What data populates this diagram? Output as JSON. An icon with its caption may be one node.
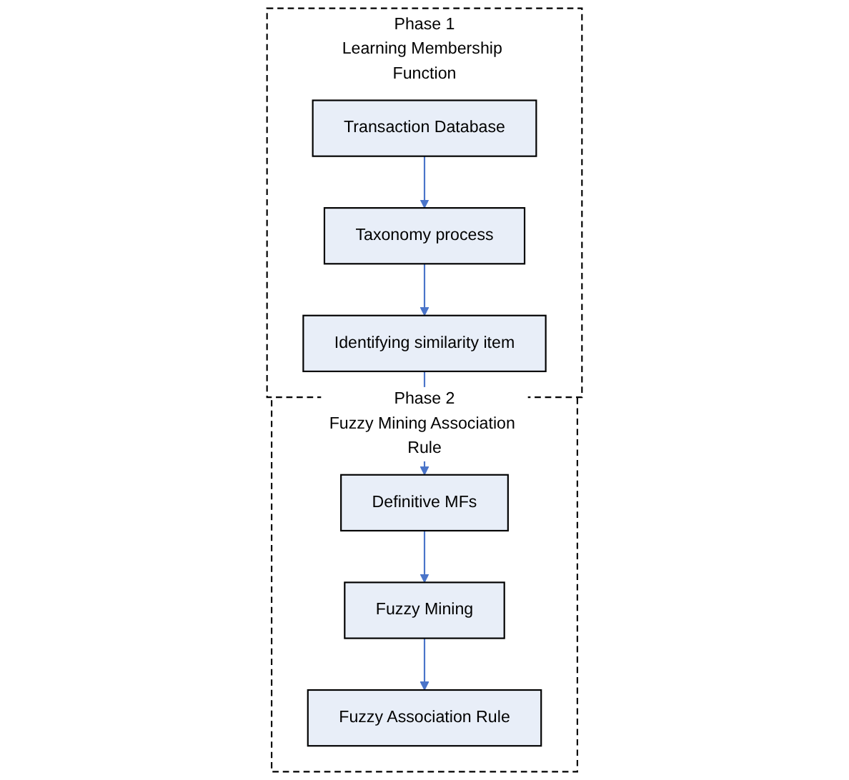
{
  "diagram": {
    "nodes": [
      {
        "text": [
          "Phase 1",
          "Learning Membership Function"
        ]
      },
      {
        "text": [
          "Transaction Database"
        ],
        "in": 0
      },
      {
        "text": [
          "Taxonomy process"
        ],
        "in": 0
      },
      {
        "text": [
          "Identifying similarity item"
        ],
        "in": 0
      },
      {
        "text": [
          "Phase 2",
          "Fuzzy Mining Association Rule"
        ]
      },
      {
        "text": [
          "Definitive MFs"
        ],
        "in": 4
      },
      {
        "text": [
          "Fuzzy Mining"
        ],
        "in": 4
      },
      {
        "text": [
          "Fuzzy Association Rule"
        ],
        "in": 4
      }
    ],
    "edges": [
      {
        "from": 1,
        "to": 2,
        "arrow": "to"
      },
      {
        "from": 2,
        "to": 3,
        "arrow": "to"
      },
      {
        "from": 3,
        "to": 5,
        "arrow": "to"
      },
      {
        "from": 5,
        "to": 6,
        "arrow": "to"
      },
      {
        "from": 6,
        "to": 7,
        "arrow": "to"
      }
    ]
  }
}
